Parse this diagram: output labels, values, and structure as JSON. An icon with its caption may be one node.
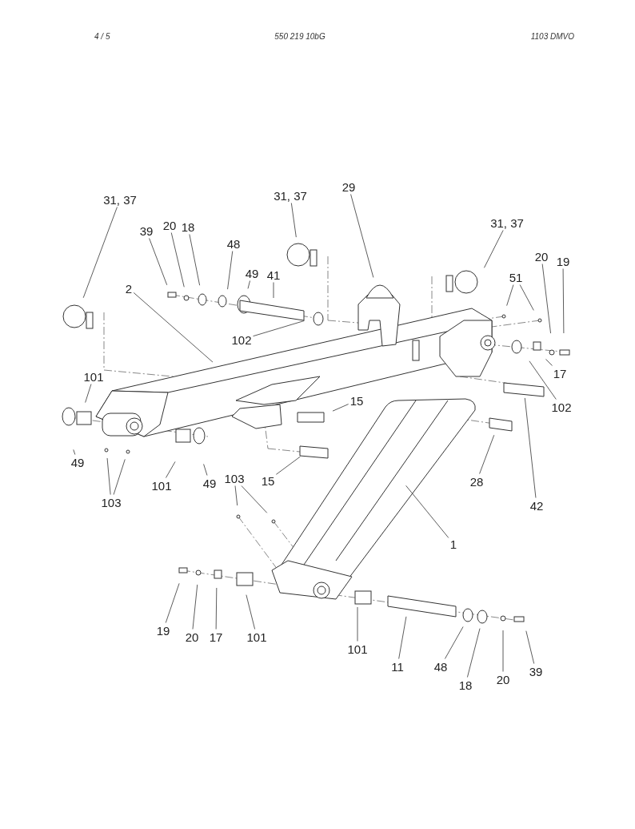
{
  "diagram": {
    "nodes": [
      {
        "text": [
          "31, 37"
        ]
      },
      {
        "text": [
          "31, 37"
        ]
      },
      {
        "text": [
          "29"
        ]
      },
      {
        "text": [
          "39"
        ]
      },
      {
        "text": [
          "20"
        ]
      },
      {
        "text": [
          "18"
        ]
      },
      {
        "text": [
          "48"
        ]
      },
      {
        "text": [
          "49"
        ]
      },
      {
        "text": [
          "41"
        ]
      },
      {
        "text": [
          "31, 37"
        ]
      },
      {
        "text": [
          "20"
        ]
      },
      {
        "text": [
          "19"
        ]
      },
      {
        "text": [
          "51"
        ]
      },
      {
        "text": [
          "2"
        ]
      },
      {
        "text": [
          "102"
        ]
      },
      {
        "text": [
          "101"
        ]
      },
      {
        "text": [
          "17"
        ]
      },
      {
        "text": [
          "15"
        ]
      },
      {
        "text": [
          "102"
        ]
      },
      {
        "text": [
          "49"
        ]
      },
      {
        "text": [
          "101"
        ]
      },
      {
        "text": [
          "49"
        ]
      },
      {
        "text": [
          "15"
        ]
      },
      {
        "text": [
          "103"
        ]
      },
      {
        "text": [
          "28"
        ]
      },
      {
        "text": [
          "42"
        ]
      },
      {
        "text": [
          "103"
        ]
      },
      {
        "text": [
          "1"
        ]
      },
      {
        "text": [
          "19"
        ]
      },
      {
        "text": [
          "20"
        ]
      },
      {
        "text": [
          "17"
        ]
      },
      {
        "text": [
          "101"
        ]
      },
      {
        "text": [
          "101"
        ]
      },
      {
        "text": [
          "11"
        ]
      },
      {
        "text": [
          "48"
        ]
      },
      {
        "text": [
          "18"
        ]
      },
      {
        "text": [
          "20"
        ]
      },
      {
        "text": [
          "39"
        ]
      }
    ],
    "edges": [
      {
        "from": 0,
        "to": null,
        "arrow": "none"
      },
      {
        "from": 1,
        "to": null,
        "arrow": "none"
      },
      {
        "from": 2,
        "to": null,
        "arrow": "none"
      },
      {
        "from": 3,
        "to": null,
        "arrow": "none"
      },
      {
        "from": 4,
        "to": null,
        "arrow": "none"
      },
      {
        "from": 5,
        "to": null,
        "arrow": "none"
      },
      {
        "from": 6,
        "to": null,
        "arrow": "none"
      },
      {
        "from": 7,
        "to": null,
        "arrow": "none"
      },
      {
        "from": 8,
        "to": null,
        "arrow": "none"
      },
      {
        "from": 9,
        "to": null,
        "arrow": "none"
      },
      {
        "from": 10,
        "to": null,
        "arrow": "none"
      },
      {
        "from": 11,
        "to": null,
        "arrow": "none"
      },
      {
        "from": 12,
        "to": null,
        "arrow": "none"
      },
      {
        "from": 12,
        "to": null,
        "arrow": "none"
      },
      {
        "from": 13,
        "to": null,
        "arrow": "none"
      },
      {
        "from": 14,
        "to": null,
        "arrow": "none"
      },
      {
        "from": 15,
        "to": null,
        "arrow": "none"
      },
      {
        "from": 16,
        "to": null,
        "arrow": "none"
      },
      {
        "from": 17,
        "to": null,
        "arrow": "none"
      },
      {
        "from": 18,
        "to": null,
        "arrow": "none"
      },
      {
        "from": 19,
        "to": null,
        "arrow": "none"
      },
      {
        "from": 20,
        "to": null,
        "arrow": "none"
      },
      {
        "from": 21,
        "to": null,
        "arrow": "none"
      },
      {
        "from": 22,
        "to": null,
        "arrow": "none"
      },
      {
        "from": 23,
        "to": null,
        "arrow": "none"
      },
      {
        "from": 23,
        "to": null,
        "arrow": "none"
      },
      {
        "from": 24,
        "to": null,
        "arrow": "none"
      },
      {
        "from": 25,
        "to": null,
        "arrow": "none"
      },
      {
        "from": 26,
        "to": null,
        "arrow": "none"
      },
      {
        "from": 26,
        "to": null,
        "arrow": "none"
      },
      {
        "from": 27,
        "to": null,
        "arrow": "none"
      },
      {
        "from": 28,
        "to": null,
        "arrow": "none"
      },
      {
        "from": 29,
        "to": null,
        "arrow": "none"
      },
      {
        "from": 30,
        "to": null,
        "arrow": "none"
      },
      {
        "from": 31,
        "to": null,
        "arrow": "none"
      },
      {
        "from": 32,
        "to": null,
        "arrow": "none"
      },
      {
        "from": 33,
        "to": null,
        "arrow": "none"
      },
      {
        "from": 34,
        "to": null,
        "arrow": "none"
      },
      {
        "from": 35,
        "to": null,
        "arrow": "none"
      },
      {
        "from": 36,
        "to": null,
        "arrow": "none"
      },
      {
        "from": 37,
        "to": null,
        "arrow": "none"
      }
    ],
    "labels": [
      "4 /  5",
      "550 219 10bG",
      "1103 DMVO"
    ]
  }
}
